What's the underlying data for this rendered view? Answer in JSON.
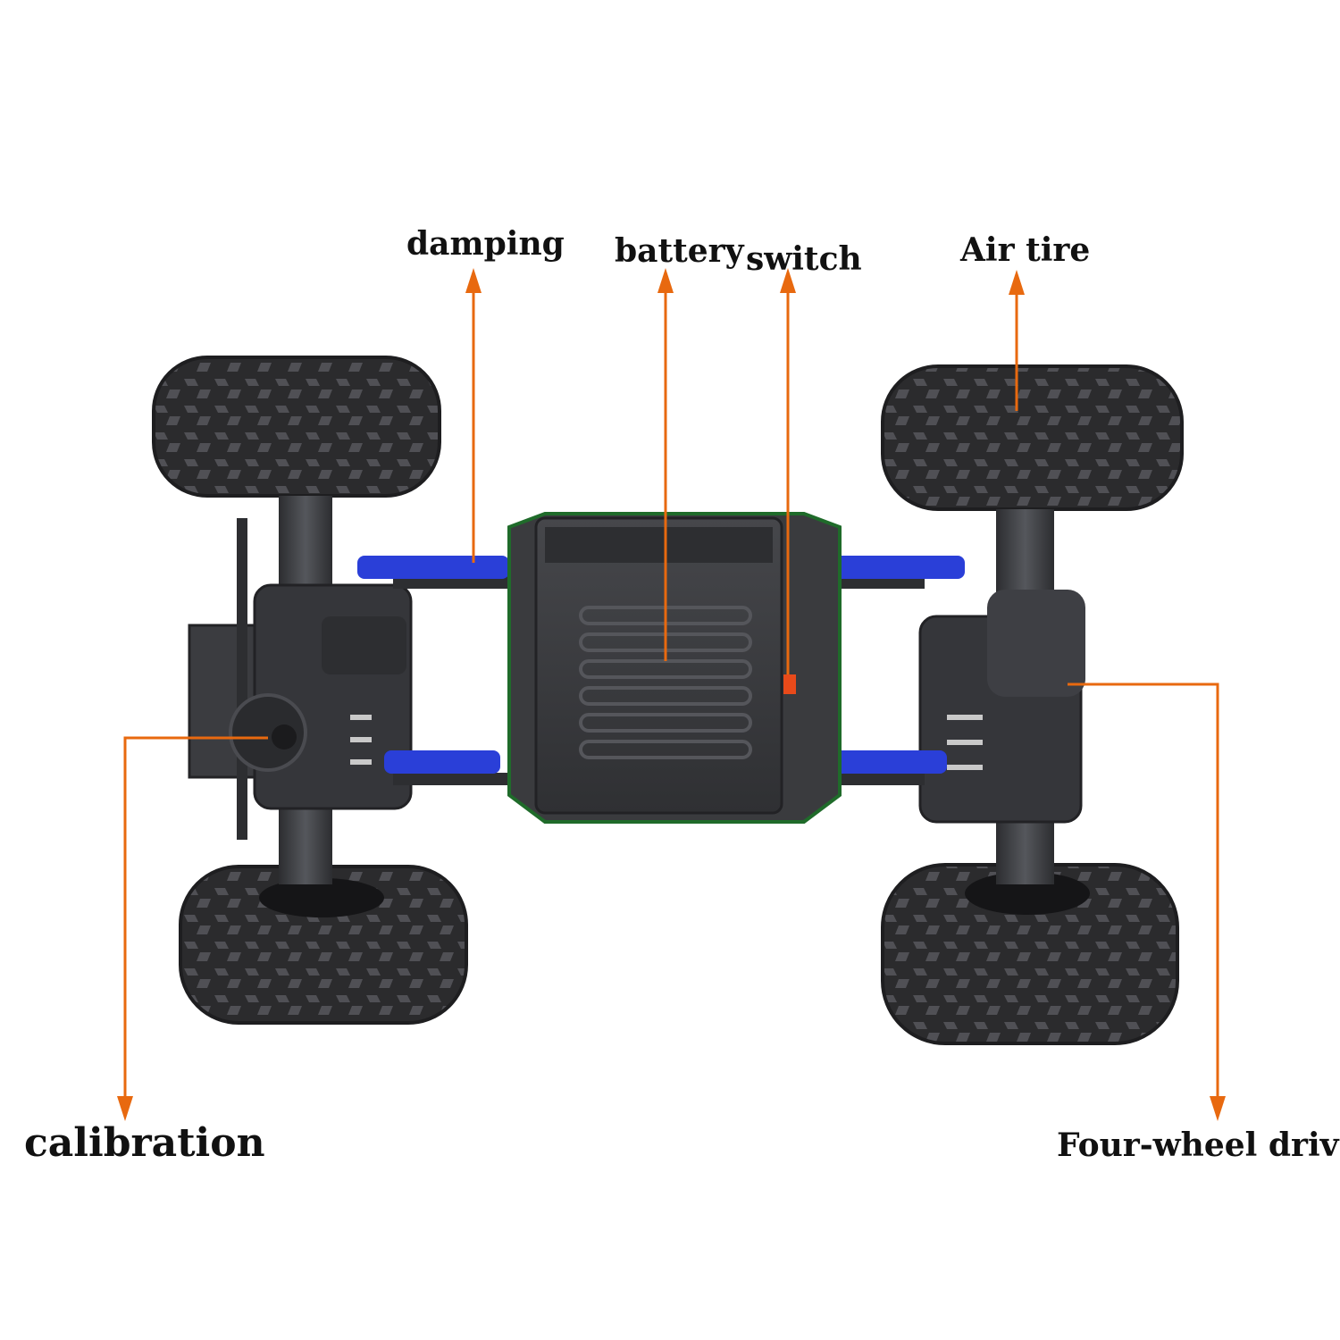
{
  "labels": {
    "damping": "damping",
    "battery": "battery",
    "switch": "switch",
    "air_tire": "Air tire",
    "calibration": "calibration",
    "four_wheel_drive": "Four-wheel drive"
  },
  "colors": {
    "callout": "#e8690f",
    "tire": "#2a2a2c",
    "tread": "#4a4a4e",
    "chassis": "#3a3b3e",
    "shock_blue": "#2a3fd8",
    "background": "#ffffff"
  }
}
